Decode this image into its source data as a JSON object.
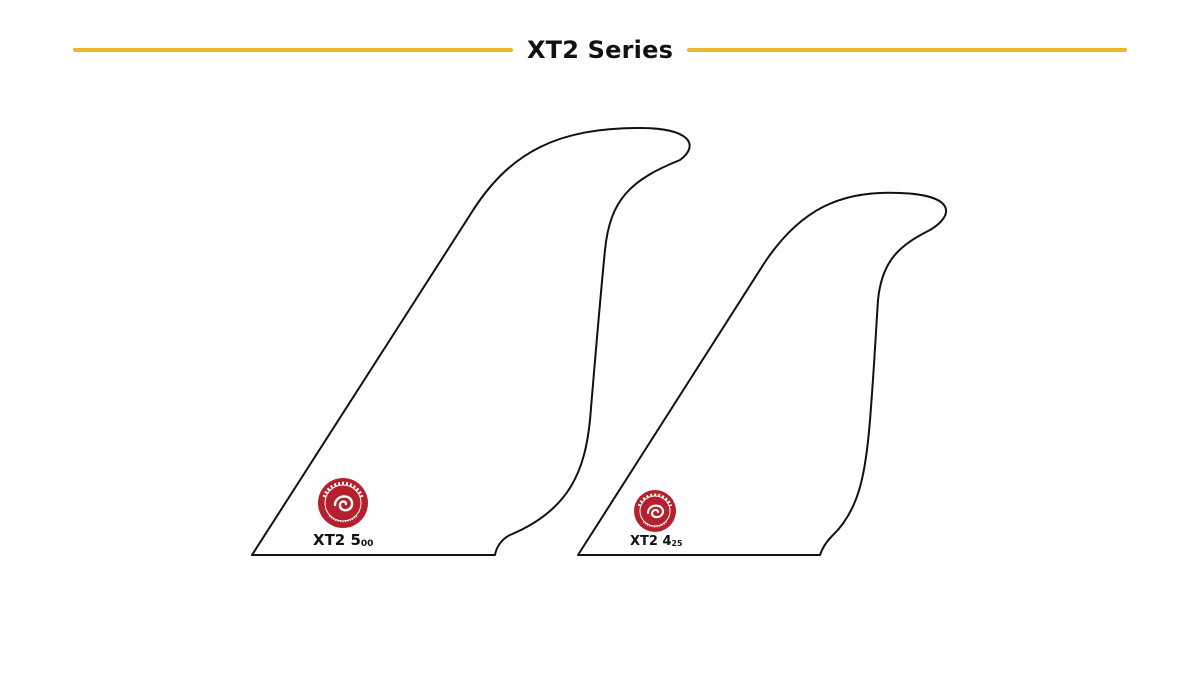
{
  "header": {
    "title": "XT2 Series",
    "rule_color": "#f0b429"
  },
  "fins": [
    {
      "model": "XT2 5",
      "size_suffix": "00",
      "logo": {
        "brand": "HANALEI FINS",
        "tagline": "AUSTRALIA · HAWAII",
        "color": "#b5202e",
        "icon": "swirl-wave-icon"
      }
    },
    {
      "model": "XT2 4",
      "size_suffix": "25",
      "logo": {
        "brand": "HANALEI FINS",
        "tagline": "AUSTRALIA · HAWAII",
        "color": "#b5202e",
        "icon": "swirl-wave-icon"
      }
    }
  ],
  "colors": {
    "outline": "#111111",
    "logo_red": "#b5202e"
  }
}
